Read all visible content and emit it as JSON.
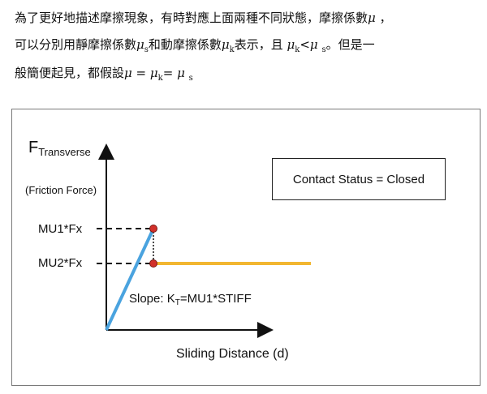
{
  "paragraph": {
    "line1_text": "為了更好地描述摩擦現象，有時對應上面兩種不同狀態，摩擦係數",
    "mu": "μ",
    "line1_end": "，",
    "line2_a": "可以分別用靜摩擦係數",
    "s": "s",
    "line2_b": "和動摩擦係數",
    "k": "k",
    "line2_c": "表示，且",
    "lt": "<",
    "line2_d": "。但是一",
    "line3_a": "般簡便起見，都假設",
    "eq": "=",
    "eq2": "="
  },
  "figure": {
    "y_axis_title_main": "F",
    "y_axis_title_sub": "Transverse",
    "y_axis_subtitle": "(Friction Force)",
    "x_axis_title": "Sliding Distance (d)",
    "tick_mu1": "MU1*Fx",
    "tick_mu2": "MU2*Fx",
    "slope_label_a": "Slope: K",
    "slope_label_sub": "T",
    "slope_label_b": "=MU1*STIFF",
    "contact_status": "Contact Status = Closed",
    "colors": {
      "slope_line": "#4aa3df",
      "sliding_line": "#f2b630",
      "point": "#d2302a"
    }
  }
}
